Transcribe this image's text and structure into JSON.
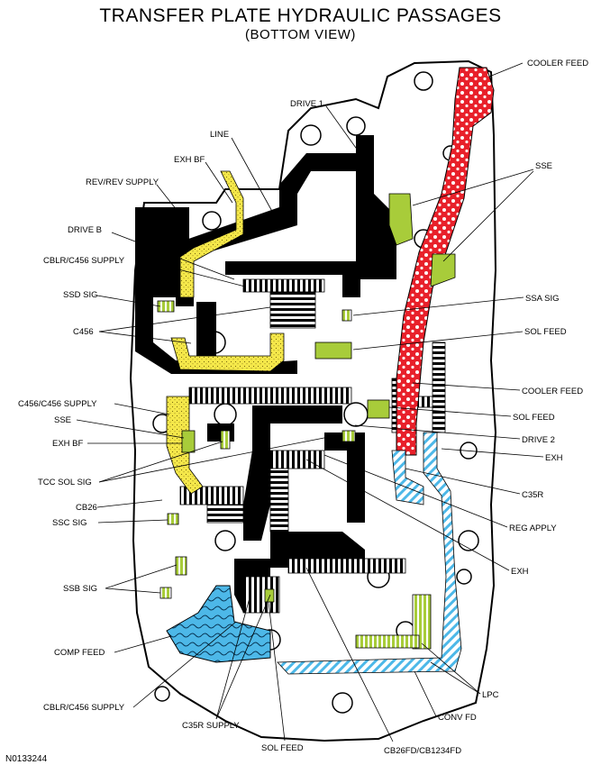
{
  "title": "TRANSFER PLATE HYDRAULIC PASSAGES",
  "subtitle": "(BOTTOM VIEW)",
  "figure_id": "N0133244",
  "colors": {
    "line": "#000000",
    "yellow": "#f5e84a",
    "green": "#a8cc3a",
    "red": "#e8202a",
    "blue": "#4db8e8",
    "plate": "#ffffff"
  },
  "labels": {
    "cooler_feed_top": "COOLER FEED",
    "drive1": "DRIVE 1",
    "sse_top": "SSE",
    "line": "LINE",
    "exh_bf_top": "EXH BF",
    "rev_rev_supply": "REV/REV SUPPLY",
    "drive_b": "DRIVE B",
    "cblr_c456_supply_top": "CBLR/C456 SUPPLY",
    "ssd_sig": "SSD SIG",
    "ssa_sig": "SSA SIG",
    "c456": "C456",
    "sol_feed_1": "SOL FEED",
    "cooler_feed_mid": "COOLER FEED",
    "c456_supply": "C456/C456 SUPPLY",
    "sol_feed_2": "SOL FEED",
    "sse_mid": "SSE",
    "drive2": "DRIVE 2",
    "exh_bf_mid": "EXH BF",
    "exh_1": "EXH",
    "tcc_sol_sig": "TCC SOL SIG",
    "c35r": "C35R",
    "cb26": "CB26",
    "reg_apply": "REG APPLY",
    "ssc_sig": "SSC SIG",
    "exh_2": "EXH",
    "ssb_sig": "SSB SIG",
    "comp_feed": "COMP FEED",
    "lpc": "LPC",
    "cblr_c456_supply_bottom": "CBLR/C456 SUPPLY",
    "conv_fd": "CONV FD",
    "c35r_supply": "C35R SUPPLY",
    "sol_feed_bottom": "SOL FEED",
    "cb26fd": "CB26FD/CB1234FD"
  }
}
